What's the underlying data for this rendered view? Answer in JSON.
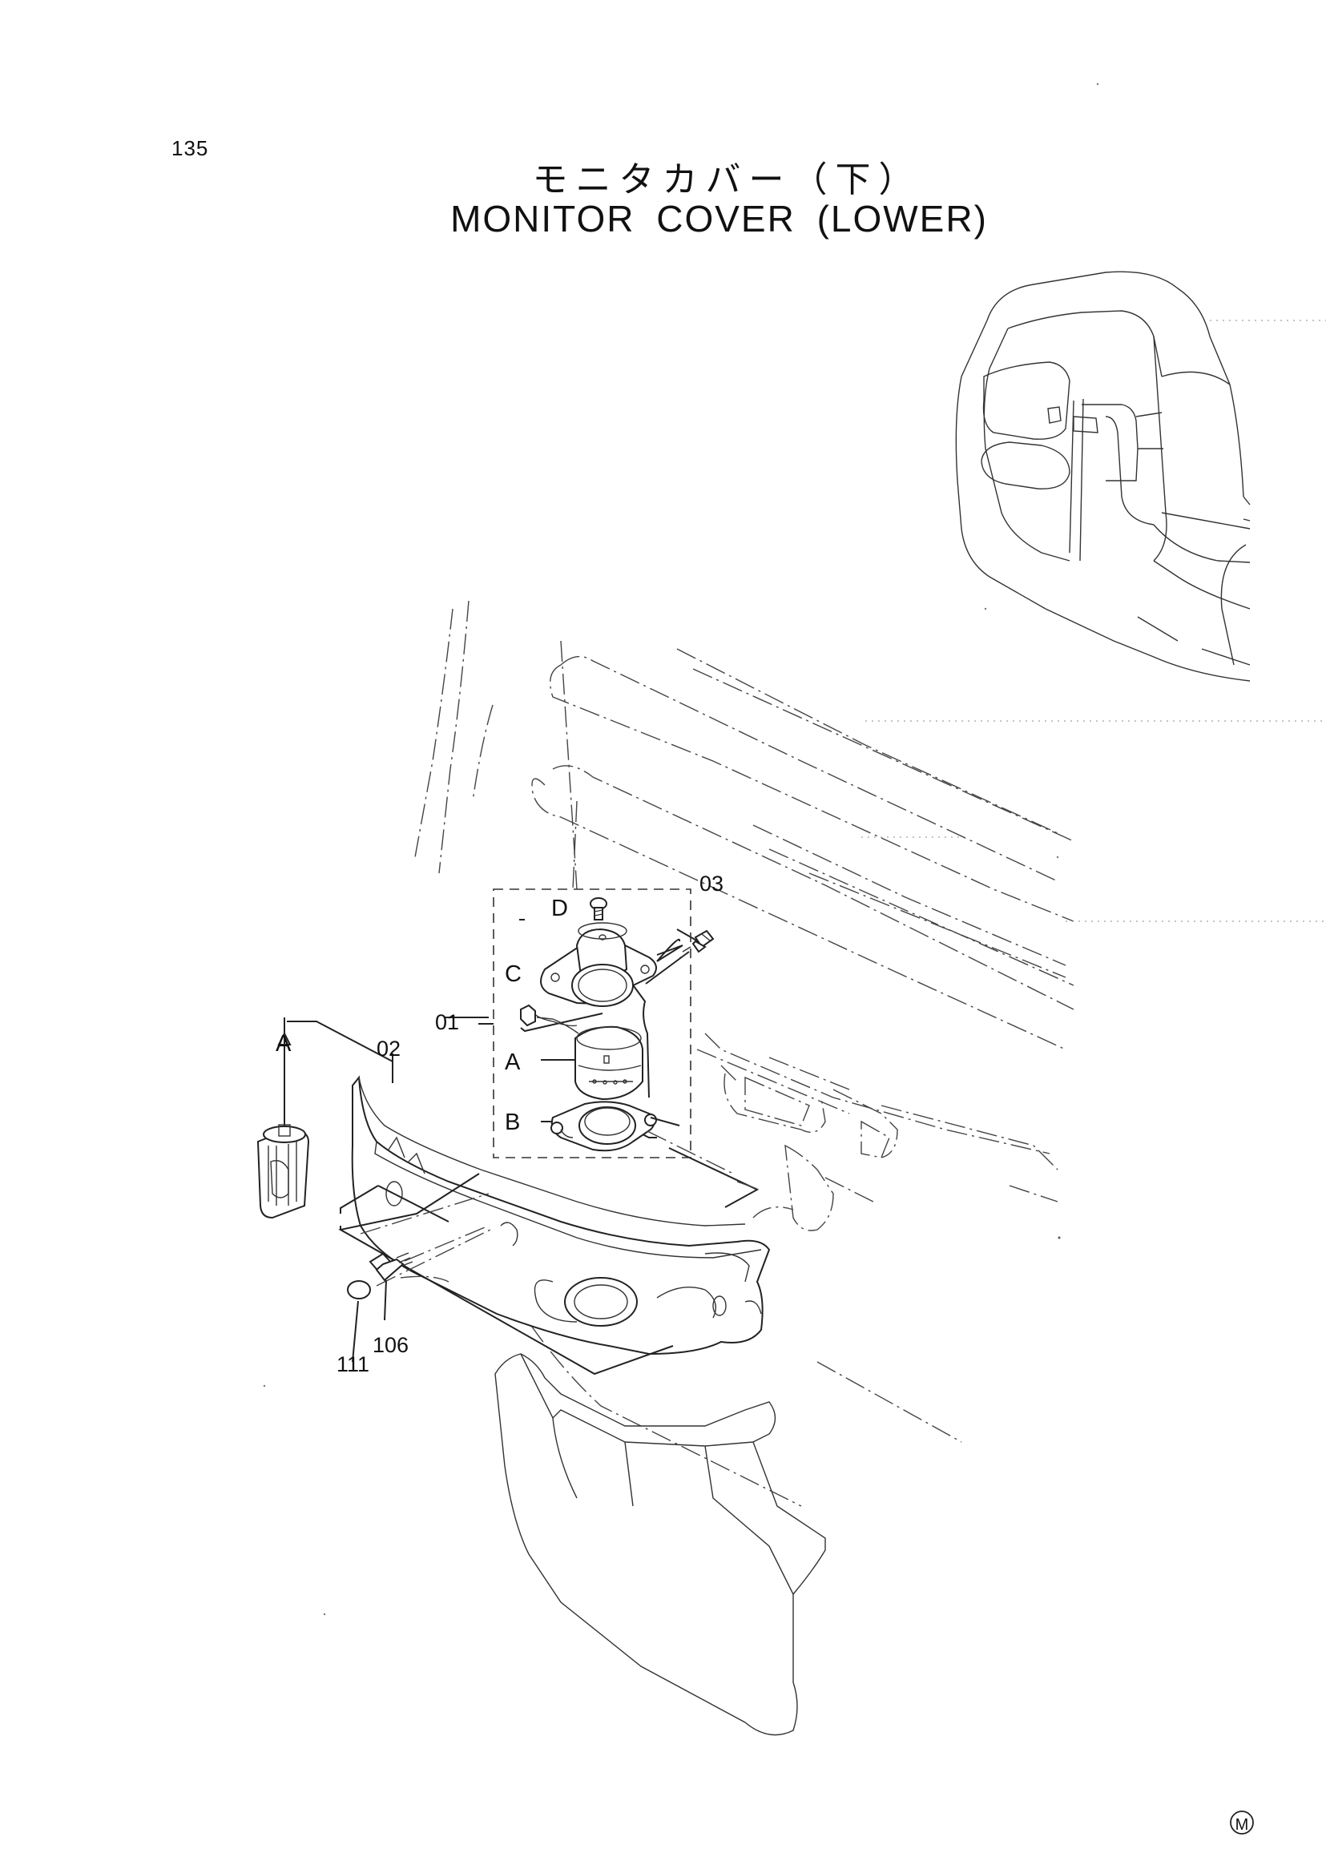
{
  "page_number": "135",
  "title_jp": "モニタカバー（下）",
  "title_en": "MONITOR  COVER  (LOWER)",
  "labels": {
    "part_01": "01",
    "part_02": "02",
    "part_03": "03",
    "part_106": "106",
    "part_111": "111",
    "item_a_left": "A",
    "item_a": "A",
    "item_b": "B",
    "item_c": "C",
    "item_d": "D"
  },
  "mark": "M"
}
